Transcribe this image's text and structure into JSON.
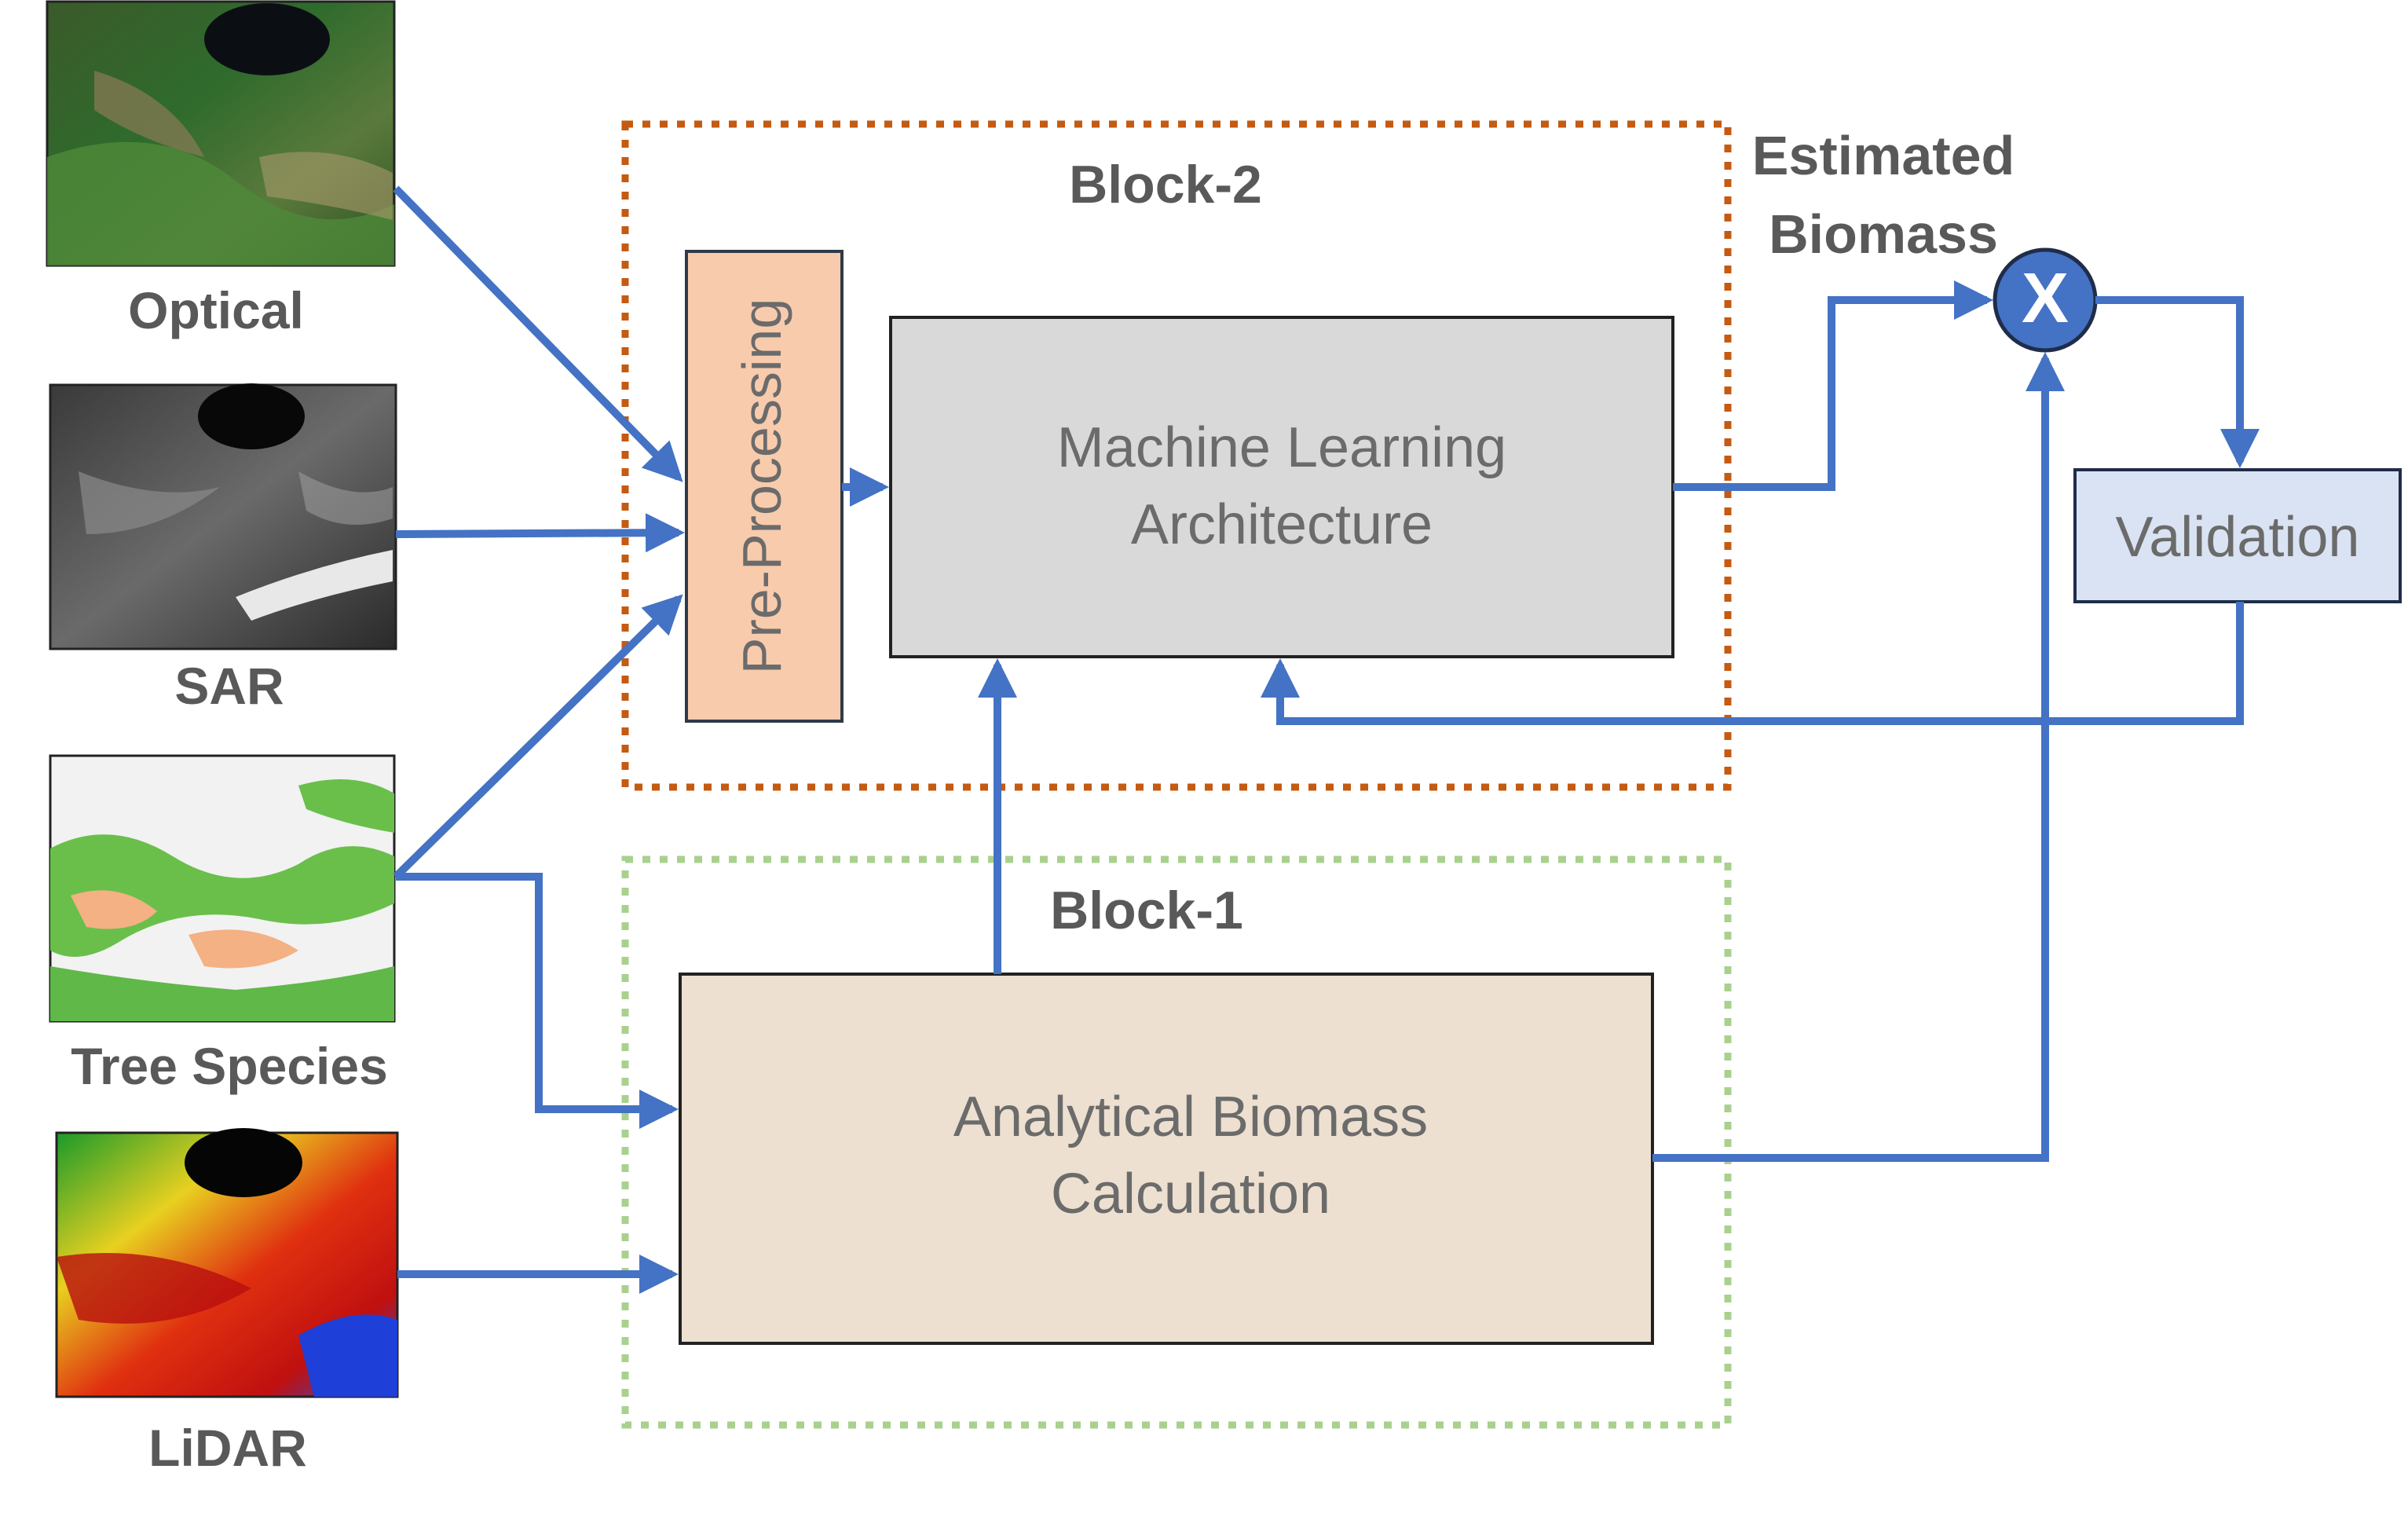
{
  "inputs": {
    "optical": "Optical",
    "sar": "SAR",
    "tree_species": "Tree Species",
    "lidar": "LiDAR"
  },
  "blocks": {
    "block2": "Block-2",
    "block1": "Block-1"
  },
  "preprocessing": "Pre-Processing",
  "ml_box": {
    "line1": "Machine Learning",
    "line2": "Architecture"
  },
  "analytical_box": {
    "line1": "Analytical Biomass",
    "line2": "Calculation"
  },
  "estimated_biomass": {
    "line1": "Estimated",
    "line2": "Biomass"
  },
  "multiply_symbol": "X",
  "validation": "Validation",
  "colors": {
    "arrow": "#4472c4",
    "block2_border": "#c55a11",
    "block1_border": "#a9d18e",
    "preprocessing_fill": "#f8cbad",
    "ml_fill": "#d9d9d9",
    "analytical_fill": "#ede0d0",
    "validation_fill": "#dae3f3",
    "multiply_fill": "#4472c4"
  },
  "icons": {
    "optical": "optical-satellite-image",
    "sar": "sar-grayscale-image",
    "tree_species": "tree-species-map",
    "lidar": "lidar-height-map"
  }
}
